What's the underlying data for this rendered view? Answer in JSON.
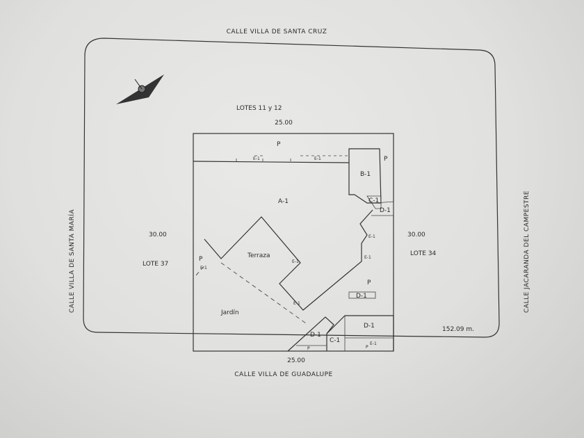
{
  "streets": {
    "north": "CALLE VILLA DE SANTA CRUZ",
    "south": "CALLE VILLA DE GUADALUPE",
    "west": "CALLE VILLA DE SANTA MARÍA",
    "east": "CALLE JACARANDA DEL CAMPESTRE"
  },
  "neighbors": {
    "north": "LOTES 11 y 12",
    "west": "LOTE 37",
    "east": "LOTE 34"
  },
  "dimensions": {
    "top": "25.00",
    "bottom": "25.00",
    "left": "30.00",
    "right": "30.00",
    "area": "152.09 m."
  },
  "zones": {
    "p_top": "P",
    "p_right": "P",
    "p_left": "P",
    "p_center": "P",
    "p_bottom1": "P",
    "p_bottom2": "P",
    "e1": "E-1",
    "b1": "B-1",
    "c1": "C-1",
    "d1": "D-1",
    "a1": "A-1",
    "terraza": "Terraza",
    "jardin": "Jardín"
  }
}
